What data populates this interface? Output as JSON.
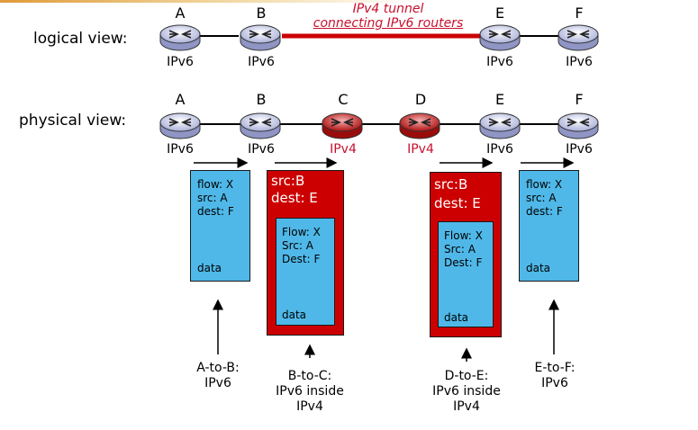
{
  "logical": {
    "label": "logical view:",
    "routers": [
      {
        "name": "A",
        "proto": "IPv6"
      },
      {
        "name": "B",
        "proto": "IPv6"
      },
      {
        "name": "E",
        "proto": "IPv6"
      },
      {
        "name": "F",
        "proto": "IPv6"
      }
    ],
    "tunnel_line1": "IPv4 tunnel",
    "tunnel_line2": "connecting IPv6 routers"
  },
  "physical": {
    "label": "physical view:",
    "routers": [
      {
        "name": "A",
        "proto": "IPv6"
      },
      {
        "name": "B",
        "proto": "IPv6"
      },
      {
        "name": "C",
        "proto": "IPv4"
      },
      {
        "name": "D",
        "proto": "IPv4"
      },
      {
        "name": "E",
        "proto": "IPv6"
      },
      {
        "name": "F",
        "proto": "IPv6"
      }
    ]
  },
  "packets": {
    "ab": {
      "l1": "flow: X",
      "l2": "src: A",
      "l3": "dest: F",
      "data": "data"
    },
    "bc": {
      "outer1": "src:B",
      "outer2": "dest: E",
      "l1": "Flow: X",
      "l2": "Src: A",
      "l3": "Dest: F",
      "data": "data"
    },
    "de": {
      "outer1": "src:B",
      "outer2": "dest: E",
      "l1": "Flow: X",
      "l2": "Src: A",
      "l3": "Dest: F",
      "data": "data"
    },
    "ef": {
      "l1": "flow: X",
      "l2": "src: A",
      "l3": "dest: F",
      "data": "data"
    }
  },
  "captions": {
    "ab": [
      "A-to-B:",
      "IPv6"
    ],
    "bc": [
      "B-to-C:",
      "IPv6 inside",
      "IPv4"
    ],
    "de": [
      "D-to-E:",
      "IPv6 inside",
      "IPv4"
    ],
    "ef": [
      "E-to-F:",
      "IPv6"
    ]
  },
  "colors": {
    "tunnel": "#cc0000",
    "ipv6_router": "#c9cde6",
    "ipv4_router": "#c01818",
    "packet": "#4fb8e8"
  }
}
